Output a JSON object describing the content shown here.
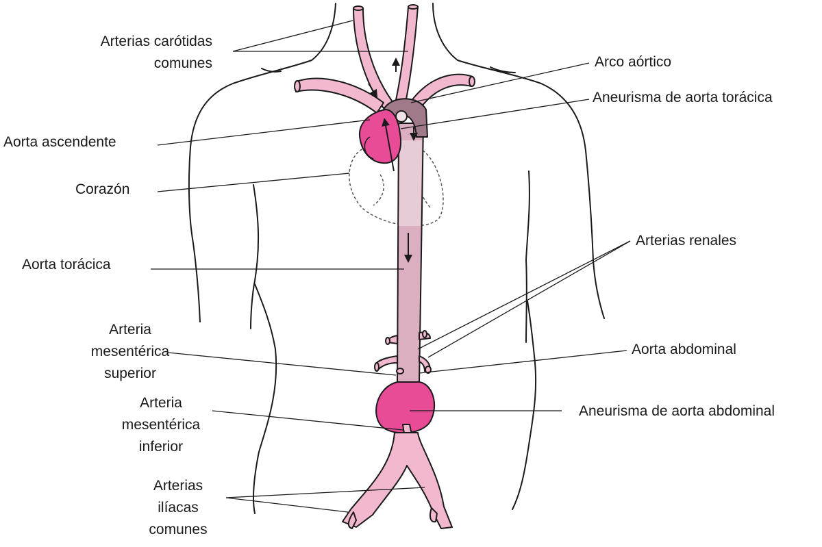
{
  "labels": {
    "carotidas": [
      "Arterias carótidas",
      "comunes"
    ],
    "arco": "Arco aórtico",
    "aneurisma_toracica": "Aneurisma de aorta torácica",
    "ascendente": "Aorta ascendente",
    "corazon": "Corazón",
    "renales": "Arterias renales",
    "toracica": "Aorta torácica",
    "mesenterica_superior": [
      "Arteria",
      "mesentérica",
      "superior"
    ],
    "abdominal": "Aorta abdominal",
    "mesenterica_inferior": [
      "Arteria",
      "mesentérica",
      "inferior"
    ],
    "aneurisma_abdominal": "Aneurisma de aorta abdominal",
    "iliacas": [
      "Arterias",
      "ilíacas",
      "comunes"
    ]
  },
  "colors": {
    "artery": "#f2b8cf",
    "aneurysm": "#e84c97",
    "arch": "#a07a8a",
    "outline": "#1a1a1a"
  }
}
